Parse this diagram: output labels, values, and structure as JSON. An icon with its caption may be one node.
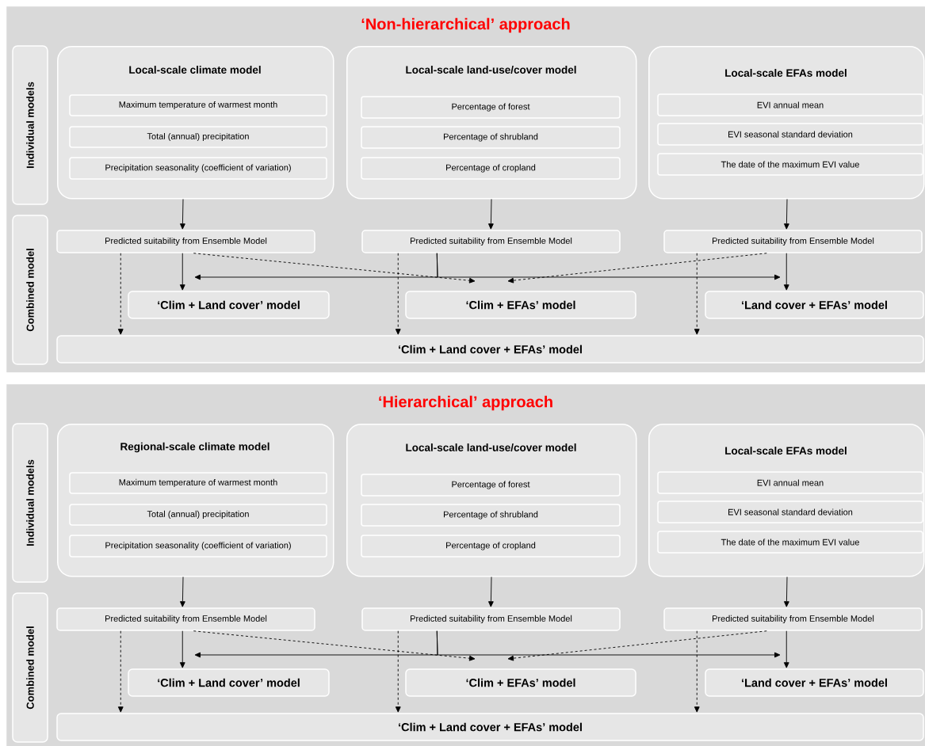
{
  "diagram": {
    "nodes": [
      {
        "text": [
          "‘Non-hierarchical’ approach"
        ]
      },
      {
        "text": [
          "Individual models"
        ],
        "in": 0
      },
      {
        "text": [
          "Local-scale climate model"
        ],
        "in": 0
      },
      {
        "text": [
          "Maximum temperature of warmest month"
        ],
        "in": 2
      },
      {
        "text": [
          "Total (annual) precipitation"
        ],
        "in": 2
      },
      {
        "text": [
          "Precipitation seasonality (coefficient of variation)"
        ],
        "in": 2
      },
      {
        "text": [
          "Local-scale land-use/cover model"
        ],
        "in": 0
      },
      {
        "text": [
          "Percentage of forest"
        ],
        "in": 6
      },
      {
        "text": [
          "Percentage of shrubland"
        ],
        "in": 6
      },
      {
        "text": [
          "Percentage of cropland"
        ],
        "in": 6
      },
      {
        "text": [
          "Local-scale EFAs model"
        ],
        "in": 0
      },
      {
        "text": [
          "EVI annual mean"
        ],
        "in": 10
      },
      {
        "text": [
          "EVI seasonal standard deviation"
        ],
        "in": 10
      },
      {
        "text": [
          "The date of the maximum EVI value"
        ],
        "in": 10
      },
      {
        "text": [
          "Combined model"
        ],
        "in": 0
      },
      {
        "text": [
          "Predicted suitability from Ensemble Model"
        ],
        "in": 0
      },
      {
        "text": [
          "Predicted suitability from Ensemble Model"
        ],
        "in": 0
      },
      {
        "text": [
          "Predicted suitability from Ensemble Model"
        ],
        "in": 0
      },
      {
        "text": [
          "‘Clim + Land cover’ model"
        ],
        "in": 0
      },
      {
        "text": [
          "‘Clim + EFAs’ model"
        ],
        "in": 0
      },
      {
        "text": [
          "‘Land cover + EFAs’ model"
        ],
        "in": 0
      },
      {
        "text": [
          "‘Clim + Land cover + EFAs’ model"
        ],
        "in": 0
      },
      {
        "text": [
          "‘Hierarchical’ approach"
        ]
      },
      {
        "text": [
          "Individual models"
        ],
        "in": 22
      },
      {
        "text": [
          "Regional-scale climate model"
        ],
        "in": 22
      },
      {
        "text": [
          "Maximum temperature of warmest month"
        ],
        "in": 24
      },
      {
        "text": [
          "Total (annual) precipitation"
        ],
        "in": 24
      },
      {
        "text": [
          "Precipitation seasonality (coefficient of variation)"
        ],
        "in": 24
      },
      {
        "text": [
          "Local-scale land-use/cover model"
        ],
        "in": 22
      },
      {
        "text": [
          "Percentage of forest"
        ],
        "in": 28
      },
      {
        "text": [
          "Percentage of shrubland"
        ],
        "in": 28
      },
      {
        "text": [
          "Percentage of cropland"
        ],
        "in": 28
      },
      {
        "text": [
          "Local-scale EFAs model"
        ],
        "in": 22
      },
      {
        "text": [
          "EVI annual mean"
        ],
        "in": 32
      },
      {
        "text": [
          "EVI seasonal standard deviation"
        ],
        "in": 32
      },
      {
        "text": [
          "The date of the maximum EVI value"
        ],
        "in": 32
      },
      {
        "text": [
          "Combined model"
        ],
        "in": 22
      },
      {
        "text": [
          "Predicted suitability from Ensemble Model"
        ],
        "in": 22
      },
      {
        "text": [
          "Predicted suitability from Ensemble Model"
        ],
        "in": 22
      },
      {
        "text": [
          "Predicted suitability from Ensemble Model"
        ],
        "in": 22
      },
      {
        "text": [
          "‘Clim + Land cover’ model"
        ],
        "in": 22
      },
      {
        "text": [
          "‘Clim + EFAs’ model"
        ],
        "in": 22
      },
      {
        "text": [
          "‘Land cover + EFAs’ model"
        ],
        "in": 22
      },
      {
        "text": [
          "‘Clim + Land cover + EFAs’ model"
        ],
        "in": 22
      }
    ],
    "edges": [
      {
        "from": 2,
        "to": 15,
        "arrow": "to"
      },
      {
        "from": 6,
        "to": 16,
        "arrow": "to"
      },
      {
        "from": 10,
        "to": 17,
        "arrow": "to"
      },
      {
        "from": 15,
        "to": 18,
        "arrow": "to"
      },
      {
        "from": 16,
        "to": 18,
        "arrow": "to"
      },
      {
        "from": 16,
        "to": 20,
        "arrow": "to"
      },
      {
        "from": 17,
        "to": 20,
        "arrow": "to"
      },
      {
        "from": 15,
        "to": 19,
        "arrow": "to",
        "style": "dashed"
      },
      {
        "from": 17,
        "to": 19,
        "arrow": "to",
        "style": "dashed"
      },
      {
        "from": 15,
        "to": 21,
        "arrow": "to",
        "style": "dashed"
      },
      {
        "from": 16,
        "to": 21,
        "arrow": "to",
        "style": "dashed"
      },
      {
        "from": 17,
        "to": 21,
        "arrow": "to",
        "style": "dashed"
      },
      {
        "from": 24,
        "to": 37,
        "arrow": "to"
      },
      {
        "from": 28,
        "to": 38,
        "arrow": "to"
      },
      {
        "from": 32,
        "to": 39,
        "arrow": "to"
      },
      {
        "from": 37,
        "to": 40,
        "arrow": "to"
      },
      {
        "from": 38,
        "to": 40,
        "arrow": "to"
      },
      {
        "from": 38,
        "to": 42,
        "arrow": "to"
      },
      {
        "from": 39,
        "to": 42,
        "arrow": "to"
      },
      {
        "from": 37,
        "to": 41,
        "arrow": "to",
        "style": "dashed"
      },
      {
        "from": 39,
        "to": 41,
        "arrow": "to",
        "style": "dashed"
      },
      {
        "from": 37,
        "to": 43,
        "arrow": "to",
        "style": "dashed"
      },
      {
        "from": 38,
        "to": 43,
        "arrow": "to",
        "style": "dashed"
      },
      {
        "from": 39,
        "to": 43,
        "arrow": "to",
        "style": "dashed"
      }
    ]
  }
}
